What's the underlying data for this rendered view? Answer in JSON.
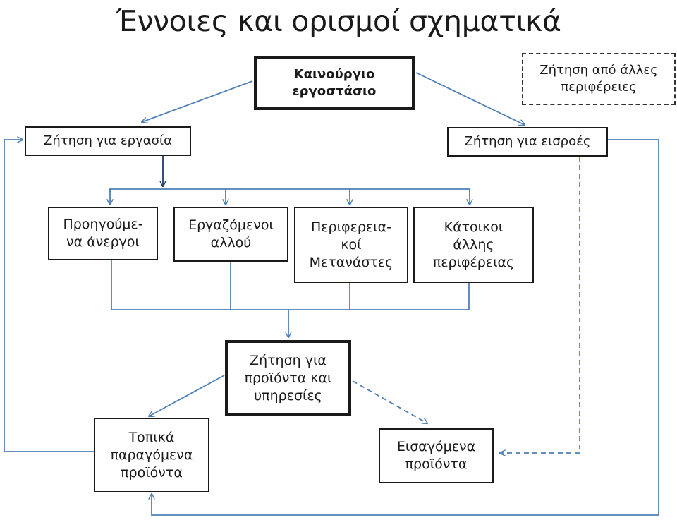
{
  "title": "Έννοιες και ορισμοί σχηματικά",
  "nodes": {
    "new_factory": "Καινούργιο\nεργοστάσιο",
    "other_regions_demand": "Ζήτηση από άλλες\nπεριφέρειες",
    "labor_demand": "Ζήτηση για εργασία",
    "input_demand": "Ζήτηση για εισροές",
    "previously_unemployed": "Προηγούμε-\nνα άνεργοι",
    "employed_elsewhere": "Εργαζόμενοι\nαλλού",
    "regional_migrants": "Περιφερεια-\nκοί\nΜετανάστες",
    "other_region_residents": "Κάτοικοι\nάλλης\nπεριφέρειας",
    "goods_services_demand": "Ζήτηση για\nπροϊόντα και\nυπηρεσίες",
    "local_products": "Τοπικά\nπαραγόμενα\nπροϊόντα",
    "imported_products": "Εισαγόμενα\nπροϊόντα"
  },
  "colors": {
    "arrow_blue": "#4f7fb8",
    "arrow_dark": "#1f3a6e",
    "box_border": "#1a1a1a"
  }
}
